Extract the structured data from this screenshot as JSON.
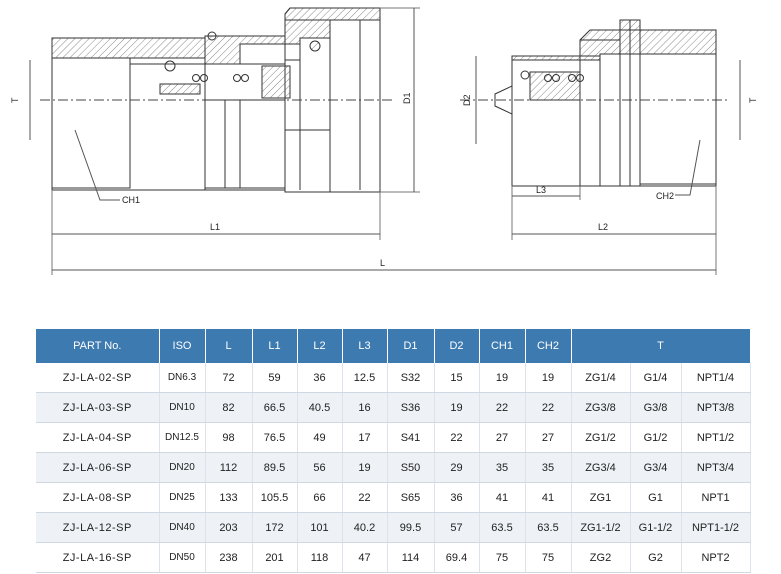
{
  "drawing": {
    "labels": {
      "T_left": "T",
      "T_right": "T",
      "D1": "D1",
      "D2": "D2",
      "CH1": "CH1",
      "CH2": "CH2",
      "L1": "L1",
      "L2": "L2",
      "L3": "L3",
      "L": "L"
    }
  },
  "table": {
    "headers": [
      "PART No.",
      "ISO",
      "L",
      "L1",
      "L2",
      "L3",
      "D1",
      "D2",
      "CH1",
      "CH2",
      "T"
    ],
    "rows": [
      [
        "ZJ-LA-02-SP",
        "DN6.3",
        "72",
        "59",
        "36",
        "12.5",
        "S32",
        "15",
        "19",
        "19",
        "ZG1/4",
        "G1/4",
        "NPT1/4"
      ],
      [
        "ZJ-LA-03-SP",
        "DN10",
        "82",
        "66.5",
        "40.5",
        "16",
        "S36",
        "19",
        "22",
        "22",
        "ZG3/8",
        "G3/8",
        "NPT3/8"
      ],
      [
        "ZJ-LA-04-SP",
        "DN12.5",
        "98",
        "76.5",
        "49",
        "17",
        "S41",
        "22",
        "27",
        "27",
        "ZG1/2",
        "G1/2",
        "NPT1/2"
      ],
      [
        "ZJ-LA-06-SP",
        "DN20",
        "112",
        "89.5",
        "56",
        "19",
        "S50",
        "29",
        "35",
        "35",
        "ZG3/4",
        "G3/4",
        "NPT3/4"
      ],
      [
        "ZJ-LA-08-SP",
        "DN25",
        "133",
        "105.5",
        "66",
        "22",
        "S65",
        "36",
        "41",
        "41",
        "ZG1",
        "G1",
        "NPT1"
      ],
      [
        "ZJ-LA-12-SP",
        "DN40",
        "203",
        "172",
        "101",
        "40.2",
        "99.5",
        "57",
        "63.5",
        "63.5",
        "ZG1-1/2",
        "G1-1/2",
        "NPT1-1/2"
      ],
      [
        "ZJ-LA-16-SP",
        "DN50",
        "238",
        "201",
        "118",
        "47",
        "114",
        "69.4",
        "75",
        "75",
        "ZG2",
        "G2",
        "NPT2"
      ]
    ]
  }
}
